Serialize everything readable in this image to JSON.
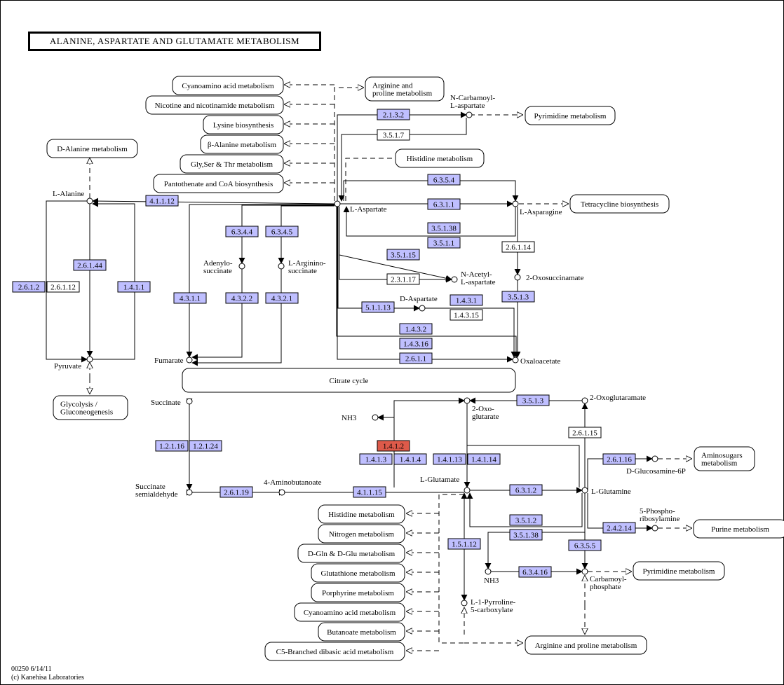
{
  "title": "ALANINE, ASPARTATE AND GLUTAMATE METABOLISM",
  "footer": {
    "line1": "00250 6/14/11",
    "line2": "(c) Kanehisa Laboratories"
  },
  "colors": {
    "enzyme_fill": "#bfbfff",
    "enzyme_highlight": "#dd5a4a",
    "box_stroke": "#000000"
  },
  "enzymes": [
    {
      "id": "2.1.3.2",
      "label": "2.1.3.2",
      "state": "present"
    },
    {
      "id": "3.5.1.7",
      "label": "3.5.1.7",
      "state": "absent"
    },
    {
      "id": "6.3.5.4",
      "label": "6.3.5.4",
      "state": "present"
    },
    {
      "id": "6.3.1.1",
      "label": "6.3.1.1",
      "state": "present"
    },
    {
      "id": "3.5.1.38a",
      "label": "3.5.1.38",
      "state": "present"
    },
    {
      "id": "3.5.1.1",
      "label": "3.5.1.1",
      "state": "present"
    },
    {
      "id": "2.6.1.14",
      "label": "2.6.1.14",
      "state": "absent"
    },
    {
      "id": "3.5.1.15",
      "label": "3.5.1.15",
      "state": "present"
    },
    {
      "id": "2.3.1.17",
      "label": "2.3.1.17",
      "state": "absent"
    },
    {
      "id": "5.1.1.13",
      "label": "5.1.1.13",
      "state": "present"
    },
    {
      "id": "1.4.3.1",
      "label": "1.4.3.1",
      "state": "present"
    },
    {
      "id": "1.4.3.15",
      "label": "1.4.3.15",
      "state": "absent"
    },
    {
      "id": "3.5.1.3a",
      "label": "3.5.1.3",
      "state": "present"
    },
    {
      "id": "1.4.3.2",
      "label": "1.4.3.2",
      "state": "present"
    },
    {
      "id": "1.4.3.16",
      "label": "1.4.3.16",
      "state": "present"
    },
    {
      "id": "2.6.1.1",
      "label": "2.6.1.1",
      "state": "present"
    },
    {
      "id": "4.1.1.12",
      "label": "4.1.1.12",
      "state": "present"
    },
    {
      "id": "2.6.1.44",
      "label": "2.6.1.44",
      "state": "present"
    },
    {
      "id": "2.6.1.2",
      "label": "2.6.1.2",
      "state": "present"
    },
    {
      "id": "2.6.1.12",
      "label": "2.6.1.12",
      "state": "absent"
    },
    {
      "id": "1.4.1.1",
      "label": "1.4.1.1",
      "state": "present"
    },
    {
      "id": "6.3.4.4",
      "label": "6.3.4.4",
      "state": "present"
    },
    {
      "id": "6.3.4.5",
      "label": "6.3.4.5",
      "state": "present"
    },
    {
      "id": "4.3.1.1",
      "label": "4.3.1.1",
      "state": "present"
    },
    {
      "id": "4.3.2.2",
      "label": "4.3.2.2",
      "state": "present"
    },
    {
      "id": "4.3.2.1",
      "label": "4.3.2.1",
      "state": "present"
    },
    {
      "id": "3.5.1.3b",
      "label": "3.5.1.3",
      "state": "present"
    },
    {
      "id": "2.6.1.15",
      "label": "2.6.1.15",
      "state": "absent"
    },
    {
      "id": "1.4.1.2",
      "label": "1.4.1.2",
      "state": "highlight"
    },
    {
      "id": "1.4.1.3",
      "label": "1.4.1.3",
      "state": "present"
    },
    {
      "id": "1.4.1.4",
      "label": "1.4.1.4",
      "state": "present"
    },
    {
      "id": "1.4.1.13",
      "label": "1.4.1.13",
      "state": "present"
    },
    {
      "id": "1.4.1.14",
      "label": "1.4.1.14",
      "state": "present"
    },
    {
      "id": "1.2.1.16",
      "label": "1.2.1.16",
      "state": "present"
    },
    {
      "id": "1.2.1.24",
      "label": "1.2.1.24",
      "state": "present"
    },
    {
      "id": "2.6.1.16",
      "label": "2.6.1.16",
      "state": "present"
    },
    {
      "id": "2.6.1.19",
      "label": "2.6.1.19",
      "state": "present"
    },
    {
      "id": "4.1.1.15",
      "label": "4.1.1.15",
      "state": "present"
    },
    {
      "id": "6.3.1.2",
      "label": "6.3.1.2",
      "state": "present"
    },
    {
      "id": "3.5.1.2",
      "label": "3.5.1.2",
      "state": "present"
    },
    {
      "id": "3.5.1.38b",
      "label": "3.5.1.38",
      "state": "present"
    },
    {
      "id": "2.4.2.14",
      "label": "2.4.2.14",
      "state": "present"
    },
    {
      "id": "1.5.1.12",
      "label": "1.5.1.12",
      "state": "present"
    },
    {
      "id": "6.3.5.5",
      "label": "6.3.5.5",
      "state": "present"
    },
    {
      "id": "6.3.4.16",
      "label": "6.3.4.16",
      "state": "present"
    }
  ],
  "pathways": [
    {
      "id": "cyanoamino1",
      "label": "Cyanoamino acid metabolism"
    },
    {
      "id": "nicotine",
      "label": "Nicotine and nicotinamide metabolism"
    },
    {
      "id": "lysine",
      "label": "Lysine biosynthesis"
    },
    {
      "id": "balanine",
      "label": "β-Alanine metabolism"
    },
    {
      "id": "glyser",
      "label": "Gly,Ser & Thr metabolism"
    },
    {
      "id": "pantothenate",
      "label": "Pantothenate and CoA biosynthesis"
    },
    {
      "id": "arginine1",
      "label": "Arginine and|proline metabolism"
    },
    {
      "id": "pyrimidine1",
      "label": "Pyrimidine metabolism"
    },
    {
      "id": "histidine1",
      "label": "Histidine metabolism"
    },
    {
      "id": "tetracycline",
      "label": "Tetracycline biosynthesis"
    },
    {
      "id": "dalanine",
      "label": "D-Alanine metabolism"
    },
    {
      "id": "glycolysis",
      "label": "Glycolysis /|Gluconeogenesis"
    },
    {
      "id": "citrate",
      "label": "Citrate cycle"
    },
    {
      "id": "aminosugars",
      "label": "Aminosugars|metabolism"
    },
    {
      "id": "purine",
      "label": "Purine metabolism"
    },
    {
      "id": "pyrimidine2",
      "label": "Pyrimidine metabolism"
    },
    {
      "id": "histidine2",
      "label": "Histidine metabolism"
    },
    {
      "id": "nitrogen",
      "label": "Nitrogen metabolism"
    },
    {
      "id": "dgln",
      "label": "D-Gln & D-Glu metabolism"
    },
    {
      "id": "glutathione",
      "label": "Glutathione metabolism"
    },
    {
      "id": "porphyrine",
      "label": "Porphyrine metabolism"
    },
    {
      "id": "cyanoamino2",
      "label": "Cyanoamino acid metabolism"
    },
    {
      "id": "butanoate",
      "label": "Butanoate metabolism"
    },
    {
      "id": "c5branched",
      "label": "C5-Branched dibasic acid metabolism"
    },
    {
      "id": "arginine2",
      "label": "Arginine and proline metabolism"
    }
  ],
  "compounds": [
    {
      "id": "ncarbamoyl",
      "label": "N-Carbamoyl-|L-aspartate"
    },
    {
      "id": "laspartate",
      "label": "L-Aspartate"
    },
    {
      "id": "lasparagine",
      "label": "L-Asparagine"
    },
    {
      "id": "lalanine",
      "label": "L-Alanine"
    },
    {
      "id": "pyruvate",
      "label": "Pyruvate"
    },
    {
      "id": "adenylo",
      "label": "Adenylo-|succinate"
    },
    {
      "id": "larginino",
      "label": "L-Arginino-|succinate"
    },
    {
      "id": "oxosuccinamate",
      "label": "2-Oxosuccinamate"
    },
    {
      "id": "nacetyl",
      "label": "N-Acetyl-|L-aspartate"
    },
    {
      "id": "daspartate",
      "label": "D-Aspartate"
    },
    {
      "id": "fumarate",
      "label": "Fumarate"
    },
    {
      "id": "oxaloacetate",
      "label": "Oxaloacetate"
    },
    {
      "id": "succinate",
      "label": "Succinate"
    },
    {
      "id": "oxoglutarate",
      "label": "2-Oxo-|glutarate"
    },
    {
      "id": "oxoglutaramate",
      "label": "2-Oxoglutaramate"
    },
    {
      "id": "nh3a",
      "label": "NH3"
    },
    {
      "id": "lglutamate",
      "label": "L-Glutamate"
    },
    {
      "id": "lglutamine",
      "label": "L-Glutamine"
    },
    {
      "id": "dglucosamine",
      "label": "D-Glucosamine-6P"
    },
    {
      "id": "phosphoribosyl",
      "label": "5-Phospho-|ribosylamine"
    },
    {
      "id": "succsemi",
      "label": "Succinate|semialdehyde"
    },
    {
      "id": "aminobutanoate",
      "label": "4-Aminobutanoate"
    },
    {
      "id": "nh3b",
      "label": "NH3"
    },
    {
      "id": "carbamoylp",
      "label": "Carbamoyl-|phosphate"
    },
    {
      "id": "pyrroline",
      "label": "L-1-Pyrroline-|5-carboxylate"
    }
  ]
}
